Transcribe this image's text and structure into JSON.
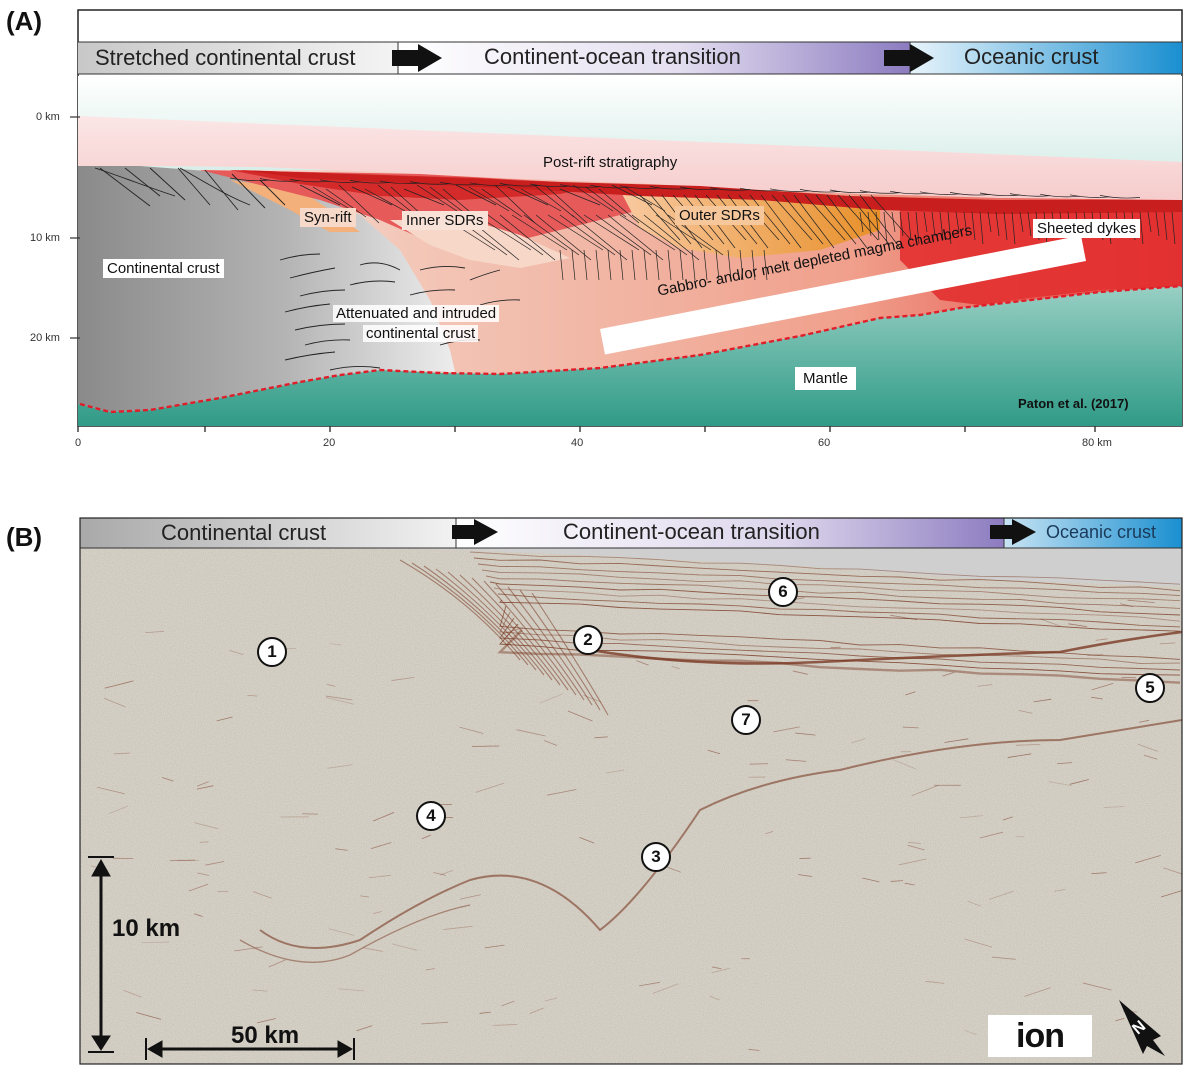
{
  "panel_a": {
    "letter": "(A)",
    "bands": {
      "left": "Stretched continental crust",
      "middle": "Continent-ocean transition",
      "right": "Oceanic crust"
    },
    "depth_ticks": [
      "0 km",
      "10 km",
      "20 km"
    ],
    "distance_ticks": [
      "0",
      "20",
      "40",
      "60",
      "80 km"
    ],
    "labels": {
      "post_rift": "Post-rift stratigraphy",
      "syn_rift": "Syn-rift",
      "inner_sdrs": "Inner SDRs",
      "outer_sdrs": "Outer SDRs",
      "sheeted_dykes": "Sheeted dykes",
      "continental_crust": "Continental crust",
      "gabbro": "Gabbro- and/or melt depleted magma chambers",
      "attenuated_1": "Attenuated and intruded",
      "attenuated_2": "continental crust",
      "mantle": "Mantle",
      "citation": "Paton et al. (2017)"
    },
    "colors": {
      "continental": "#8a8a8a",
      "post_rift": "#f8d6d6",
      "mantle": "#2e9a86",
      "sdr_red": "#d42a2a",
      "sdr_orange": "#e8902a",
      "moho": "#e01e2a",
      "oceanic_blue": "#1a8fd0",
      "cot_purple": "#8c7cc0"
    }
  },
  "panel_b": {
    "letter": "(B)",
    "bands": {
      "left": "Continental crust",
      "middle": "Continent-ocean transition",
      "right": "Oceanic crust"
    },
    "markers": [
      "1",
      "2",
      "3",
      "4",
      "5",
      "6",
      "7"
    ],
    "scale_vertical": "10 km",
    "scale_horizontal": "50 km",
    "logo": "ion",
    "north": "N",
    "colors": {
      "seismic_bg": "#d9d6cd",
      "reflector": "#7a3a24"
    }
  }
}
